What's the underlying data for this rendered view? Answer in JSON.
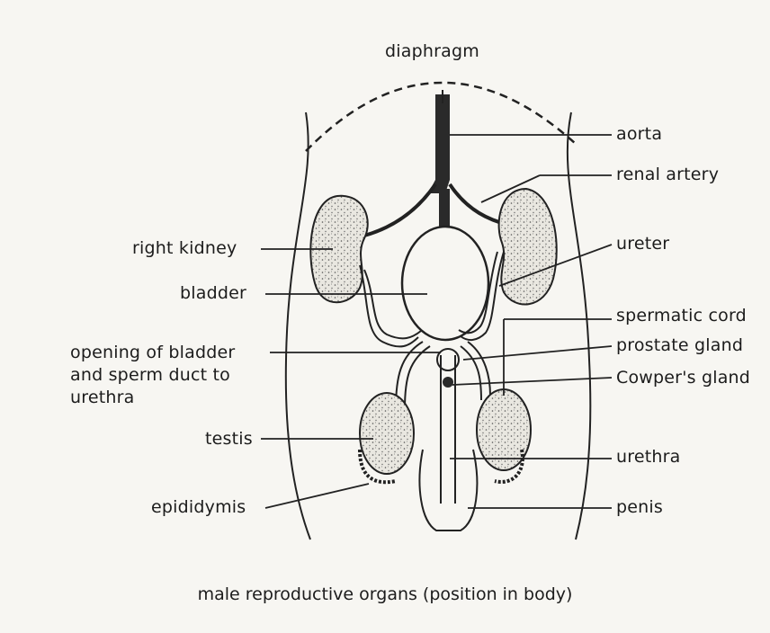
{
  "diagram": {
    "labels": {
      "diaphragm": "diaphragm",
      "aorta": "aorta",
      "renal_artery": "renal artery",
      "ureter": "ureter",
      "spermatic_cord": "spermatic cord",
      "prostate_gland": "prostate gland",
      "cowpers_gland": "Cowper's gland",
      "urethra": "urethra",
      "penis": "penis",
      "right_kidney": "right kidney",
      "bladder": "bladder",
      "opening": "opening of bladder and sperm duct to urethra",
      "testis": "testis",
      "epididymis": "epididymis"
    },
    "caption": "male reproductive organs (position in body)"
  },
  "colors": {
    "ink": "#1c1c1c",
    "paper": "#f7f6f2",
    "stipple": "#555555"
  }
}
